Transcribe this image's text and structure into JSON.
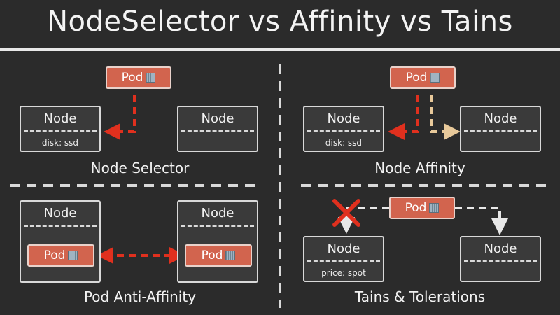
{
  "title": "NodeSelector vs Affinity vs Tains",
  "node_label": "Node",
  "pod_label": "Pod",
  "panels": {
    "node_selector": {
      "caption": "Node Selector",
      "tag": "disk: ssd"
    },
    "node_affinity": {
      "caption": "Node Affinity",
      "tag": "disk: ssd"
    },
    "pod_anti_affinity": {
      "caption": "Pod Anti-Affinity"
    },
    "taints_tolerations": {
      "caption": "Tains & Tolerations",
      "tag": "price: spot"
    }
  },
  "colors": {
    "required_arrow": "#e0301e",
    "preferred_arrow": "#e8c99a",
    "pod_fill": "#d2644e",
    "divider": "#d9d9d9"
  }
}
